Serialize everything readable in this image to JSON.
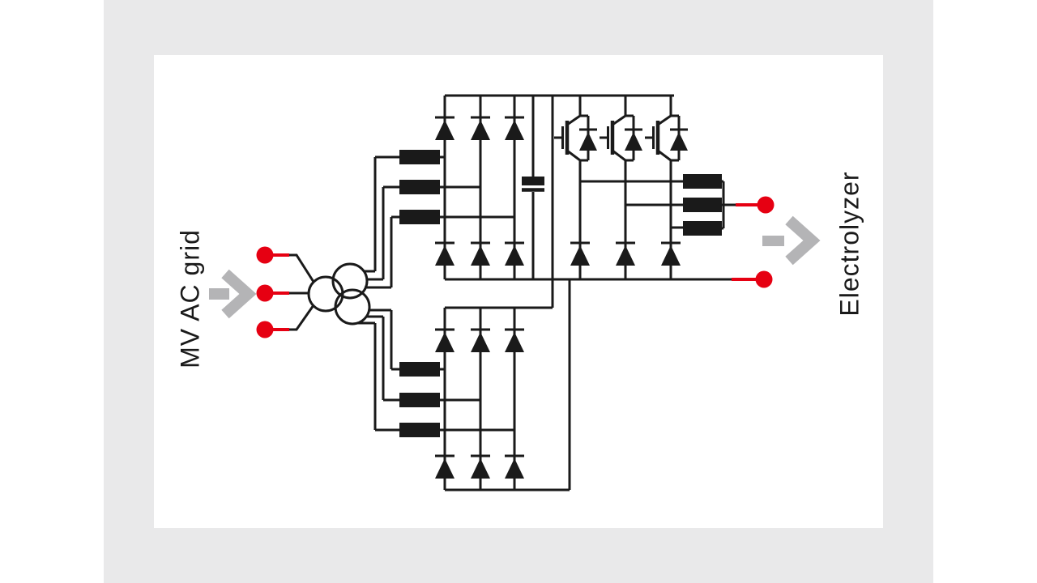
{
  "labels": {
    "input": "MV AC grid",
    "output": "Electrolyzer"
  },
  "terminals": {
    "input_count": 3,
    "output_count": 2
  },
  "colors": {
    "line": "#1a1a1a",
    "red": "#e60012",
    "arrow_gray": "#b4b4b6",
    "slide_gray": "#e9e9ea",
    "panel_white": "#ffffff"
  }
}
